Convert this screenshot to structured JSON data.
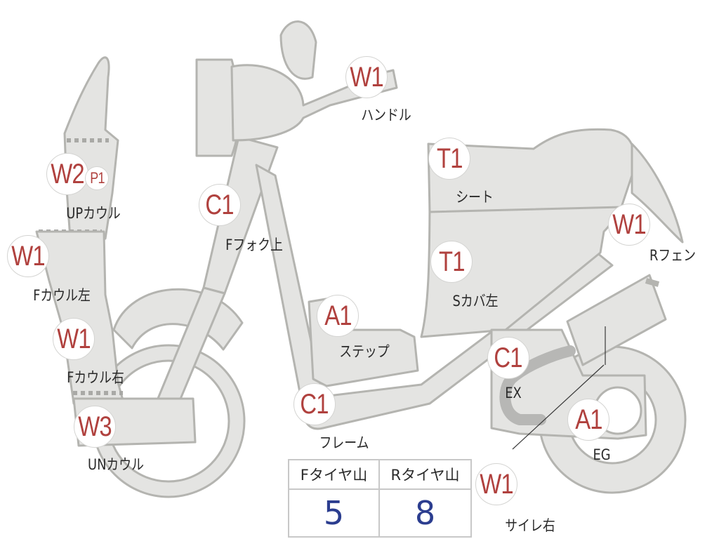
{
  "markers": [
    {
      "name": "marker-handle-code",
      "code": "W1"
    },
    {
      "name": "marker-up-cowl-code",
      "code": "W2"
    },
    {
      "name": "marker-up-cowl-p-code",
      "code": "P1"
    },
    {
      "name": "marker-f-cowl-left-code",
      "code": "W1"
    },
    {
      "name": "marker-f-cowl-right-code",
      "code": "W1"
    },
    {
      "name": "marker-un-cowl-code",
      "code": "W3"
    },
    {
      "name": "marker-f-fork-code",
      "code": "C1"
    },
    {
      "name": "marker-frame-code",
      "code": "C1"
    },
    {
      "name": "marker-seat-code",
      "code": "T1"
    },
    {
      "name": "marker-side-cover-code",
      "code": "T1"
    },
    {
      "name": "marker-step-code",
      "code": "A1"
    },
    {
      "name": "marker-r-fender-code",
      "code": "W1"
    },
    {
      "name": "marker-ex-code",
      "code": "C1"
    },
    {
      "name": "marker-eg-code",
      "code": "A1"
    },
    {
      "name": "marker-silencer-code",
      "code": "W1"
    }
  ],
  "labels": {
    "handle": "ハンドル",
    "up_cowl": "UPカウル",
    "f_cowl_left": "Fカウル左",
    "f_cowl_right": "Fカウル右",
    "un_cowl": "UNカウル",
    "f_fork": "Fフォク上",
    "frame": "フレーム",
    "seat": "シート",
    "side_cover": "Sカバ左",
    "step": "ステップ",
    "r_fender": "Rフェン",
    "ex": "EX",
    "eg": "EG",
    "silencer": "サイレ右"
  },
  "tire_table": {
    "front_header": "Fタイヤ山",
    "rear_header": "Rタイヤ山",
    "front_value": "5",
    "rear_value": "8"
  },
  "colors": {
    "code_red": "#b0413e",
    "value_blue": "#2b3d8f",
    "part_fill": "#e4e4e2"
  }
}
